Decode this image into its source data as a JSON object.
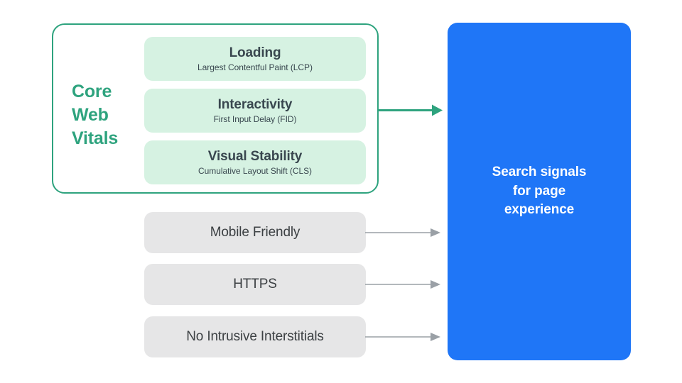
{
  "diagram": {
    "title": "Search signals for page experience",
    "colors": {
      "green_accent": "#2EA37E",
      "mint_card": "#D6F2E2",
      "grey_box": "#E6E6E7",
      "blue_panel": "#1F76F7",
      "grey_arrow": "#9AA0A6",
      "dark_text": "#39474F",
      "grey_text": "#3C4043",
      "background": "#FFFFFF"
    },
    "core_web_vitals": {
      "label_lines": [
        "Core",
        "Web",
        "Vitals"
      ],
      "label_text": "Core Web Vitals",
      "metrics": [
        {
          "title": "Loading",
          "subtitle": "Largest Contentful Paint (LCP)"
        },
        {
          "title": "Interactivity",
          "subtitle": "First Input Delay (FID)"
        },
        {
          "title": "Visual Stability",
          "subtitle": "Cumulative Layout Shift (CLS)"
        }
      ]
    },
    "other_signals": [
      {
        "label": "Mobile Friendly"
      },
      {
        "label": "HTTPS"
      },
      {
        "label": "No Intrusive Interstitials"
      }
    ],
    "destination": {
      "text": "Search signals\nfor page\nexperience"
    },
    "arrows": [
      {
        "name": "core-web-vitals-arrow",
        "color": "#2EA37E"
      },
      {
        "name": "mobile-friendly-arrow",
        "color": "#9AA0A6"
      },
      {
        "name": "https-arrow",
        "color": "#9AA0A6"
      },
      {
        "name": "no-intrusive-interstitials-arrow",
        "color": "#9AA0A6"
      }
    ]
  }
}
